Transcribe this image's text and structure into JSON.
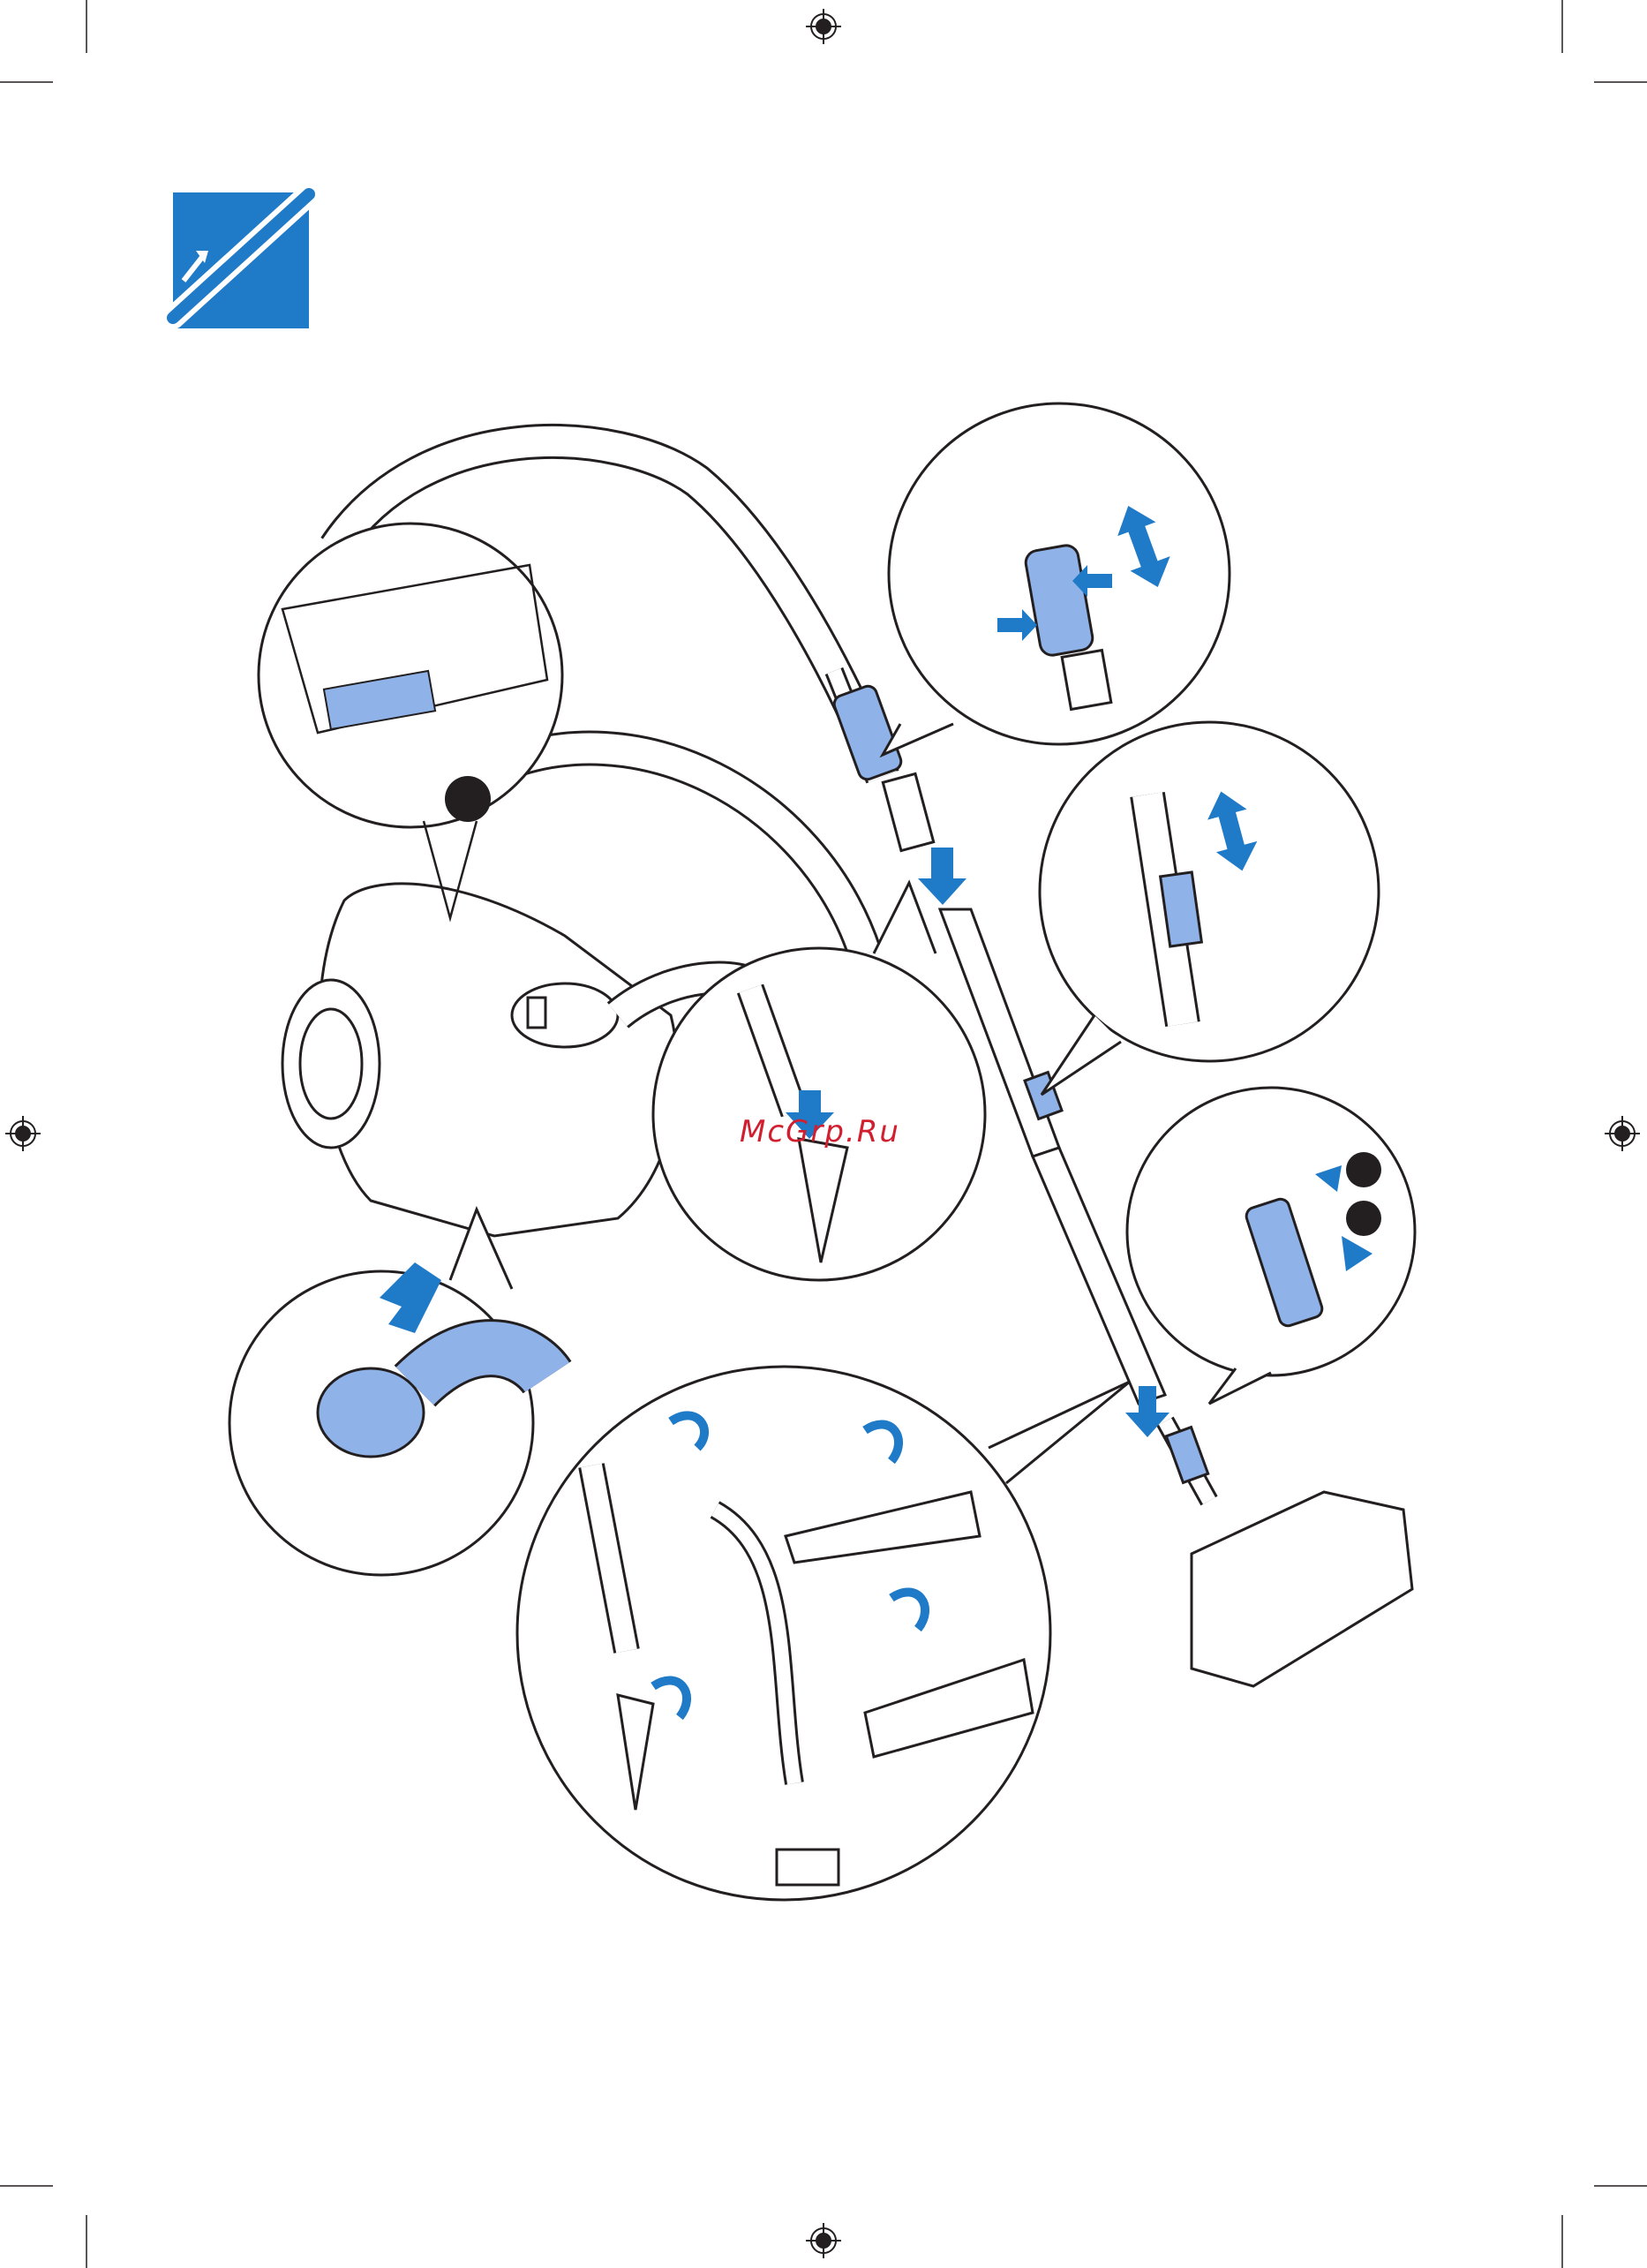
{
  "watermark": {
    "text": "McGrp.Ru"
  },
  "colors": {
    "ink": "#231f20",
    "accent_blue": "#1f7ac8",
    "part_blue": "#8fb3e8",
    "badge_blue": "#1f7ac8",
    "dark_dot": "#231f20"
  },
  "icons": {
    "section_badge": "hose-connect-icon",
    "step_markers": [
      "step-1-dot",
      "step-2-dot"
    ]
  }
}
